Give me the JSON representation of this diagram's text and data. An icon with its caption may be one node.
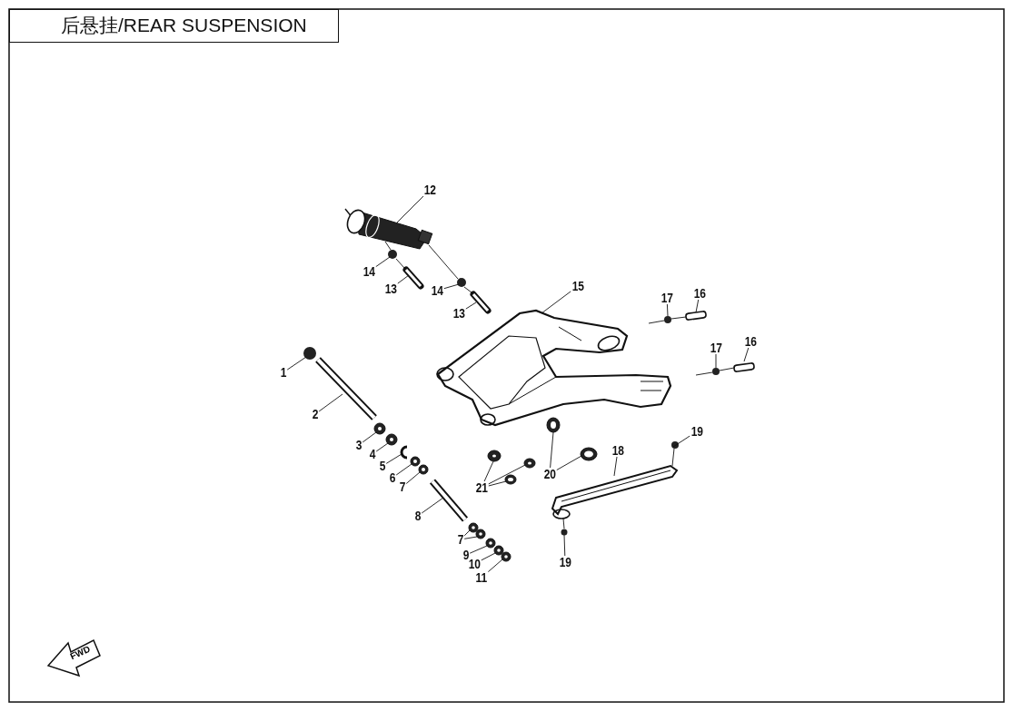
{
  "diagram": {
    "title": "后悬挂/REAR SUSPENSION",
    "nodes": [
      {
        "text": [
          "12"
        ]
      },
      {
        "text": [
          "14"
        ]
      },
      {
        "text": [
          "13"
        ]
      },
      {
        "text": [
          "14"
        ]
      },
      {
        "text": [
          "13"
        ]
      },
      {
        "text": [
          "15"
        ]
      },
      {
        "text": [
          "17"
        ]
      },
      {
        "text": [
          "16"
        ]
      },
      {
        "text": [
          "1"
        ]
      },
      {
        "text": [
          "17"
        ]
      },
      {
        "text": [
          "16"
        ]
      },
      {
        "text": [
          "2"
        ]
      },
      {
        "text": [
          "19"
        ]
      },
      {
        "text": [
          "3"
        ]
      },
      {
        "text": [
          "18"
        ]
      },
      {
        "text": [
          "4"
        ]
      },
      {
        "text": [
          "5"
        ]
      },
      {
        "text": [
          "6"
        ]
      },
      {
        "text": [
          "7"
        ]
      },
      {
        "text": [
          "20"
        ]
      },
      {
        "text": [
          "21"
        ]
      },
      {
        "text": [
          "8"
        ]
      },
      {
        "text": [
          "7"
        ]
      },
      {
        "text": [
          "9"
        ]
      },
      {
        "text": [
          "10"
        ]
      },
      {
        "text": [
          "11"
        ]
      },
      {
        "text": [
          "19"
        ]
      },
      {
        "text": [],
        "shape": "picture"
      },
      {
        "text": [],
        "shape": "circle"
      },
      {
        "text": [],
        "shape": "picture"
      },
      {
        "text": [],
        "shape": "circle"
      },
      {
        "text": [],
        "shape": "picture"
      },
      {
        "text": [],
        "shape": "picture"
      },
      {
        "text": [],
        "shape": "circle"
      },
      {
        "text": [],
        "shape": "box"
      },
      {
        "text": [],
        "shape": "circle"
      },
      {
        "text": [],
        "shape": "circle"
      },
      {
        "text": [],
        "shape": "box"
      },
      {
        "text": [],
        "shape": "picture"
      },
      {
        "text": [],
        "shape": "circle"
      },
      {
        "text": [],
        "shape": "picture"
      },
      {
        "text": [],
        "shape": "picture"
      },
      {
        "text": [],
        "shape": "picture"
      },
      {
        "text": [],
        "shape": "picture"
      },
      {
        "text": [],
        "shape": "picture"
      },
      {
        "text": [],
        "shape": "picture"
      },
      {
        "text": [],
        "shape": "picture"
      },
      {
        "text": [],
        "shape": "picture"
      },
      {
        "text": [],
        "shape": "picture"
      },
      {
        "text": [],
        "shape": "picture"
      },
      {
        "text": [],
        "shape": "picture"
      },
      {
        "text": [],
        "shape": "picture"
      },
      {
        "text": [],
        "shape": "picture"
      },
      {
        "text": [],
        "shape": "picture"
      },
      {
        "text": [],
        "shape": "picture"
      },
      {
        "text": [],
        "shape": "picture"
      },
      {
        "text": [],
        "shape": "picture"
      },
      {
        "text": [],
        "shape": "circle"
      }
    ],
    "edges": [
      {
        "from": 0,
        "to": 27,
        "arrow": "none"
      },
      {
        "from": 1,
        "to": 28,
        "arrow": "none"
      },
      {
        "from": 2,
        "to": 29,
        "arrow": "none"
      },
      {
        "from": 3,
        "to": 30,
        "arrow": "none"
      },
      {
        "from": 4,
        "to": 31,
        "arrow": "none"
      },
      {
        "from": 5,
        "to": 32,
        "arrow": "none"
      },
      {
        "from": 6,
        "to": 33,
        "arrow": "none"
      },
      {
        "from": 7,
        "to": 34,
        "arrow": "none"
      },
      {
        "from": 8,
        "to": 35,
        "arrow": "none"
      },
      {
        "from": 9,
        "to": 36,
        "arrow": "none"
      },
      {
        "from": 10,
        "to": 37,
        "arrow": "none"
      },
      {
        "from": 11,
        "to": 38,
        "arrow": "none"
      },
      {
        "from": 12,
        "to": 39,
        "arrow": "none"
      },
      {
        "from": 13,
        "to": 40,
        "arrow": "none"
      },
      {
        "from": 14,
        "to": 41,
        "arrow": "none"
      },
      {
        "from": 15,
        "to": 42,
        "arrow": "none"
      },
      {
        "from": 16,
        "to": 43,
        "arrow": "none"
      },
      {
        "from": 17,
        "to": 44,
        "arrow": "none"
      },
      {
        "from": 18,
        "to": 45,
        "arrow": "none"
      },
      {
        "from": 19,
        "to": 46,
        "arrow": "none"
      },
      {
        "from": 19,
        "to": 47,
        "arrow": "none"
      },
      {
        "from": 20,
        "to": 48,
        "arrow": "none"
      },
      {
        "from": 20,
        "to": 49,
        "arrow": "none"
      },
      {
        "from": 20,
        "to": 50,
        "arrow": "none"
      },
      {
        "from": 21,
        "to": 51,
        "arrow": "none"
      },
      {
        "from": 22,
        "to": 52,
        "arrow": "none"
      },
      {
        "from": 22,
        "to": 53,
        "arrow": "none"
      },
      {
        "from": 23,
        "to": 54,
        "arrow": "none"
      },
      {
        "from": 24,
        "to": 55,
        "arrow": "none"
      },
      {
        "from": 25,
        "to": 56,
        "arrow": "none"
      },
      {
        "from": 26,
        "to": 57,
        "arrow": "none"
      },
      {
        "from": 27,
        "to": 28,
        "arrow": "none"
      },
      {
        "from": 28,
        "to": 29,
        "arrow": "none"
      },
      {
        "from": 27,
        "to": 30,
        "arrow": "none"
      },
      {
        "from": 30,
        "to": 31,
        "arrow": "none"
      },
      {
        "from": null,
        "to": 33,
        "arrow": "none"
      },
      {
        "from": 33,
        "to": 34,
        "arrow": "none"
      },
      {
        "from": null,
        "to": 36,
        "arrow": "none"
      },
      {
        "from": 36,
        "to": 37,
        "arrow": "none"
      },
      {
        "from": 39,
        "to": 41,
        "arrow": "none"
      },
      {
        "from": 41,
        "to": 57,
        "arrow": "none"
      }
    ],
    "labels": [
      "FWD"
    ]
  }
}
